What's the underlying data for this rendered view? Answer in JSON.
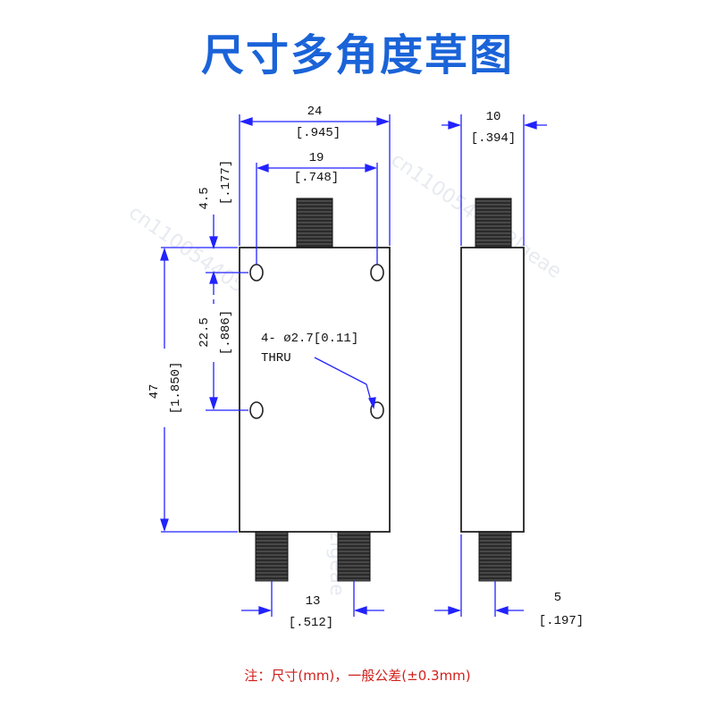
{
  "title": "尺寸多角度草图",
  "front_view": {
    "width_mm": "24",
    "width_in": "[.945]",
    "hole_spacing_mm": "19",
    "hole_spacing_in": "[.748]",
    "top_offset_mm": "4.5",
    "top_offset_in": "[.177]",
    "hole_vspacing_mm": "22.5",
    "hole_vspacing_in": "[.886]",
    "height_mm": "47",
    "height_in": "[1.850]",
    "hole_note": "4- ø2.7[0.11]",
    "hole_note2": "THRU",
    "port_spacing_mm": "13",
    "port_spacing_in": "[.512]"
  },
  "side_view": {
    "thickness_mm": "10",
    "thickness_in": "[.394]",
    "port_offset_mm": "5",
    "port_offset_in": "[.197]"
  },
  "note": "注：尺寸(mm)，一般公差(±0.3mm)",
  "watermark": "cn1100544052lgeae",
  "colors": {
    "title": "#1a63d8",
    "dimension_line": "#2222ff",
    "note": "#d0201c"
  }
}
